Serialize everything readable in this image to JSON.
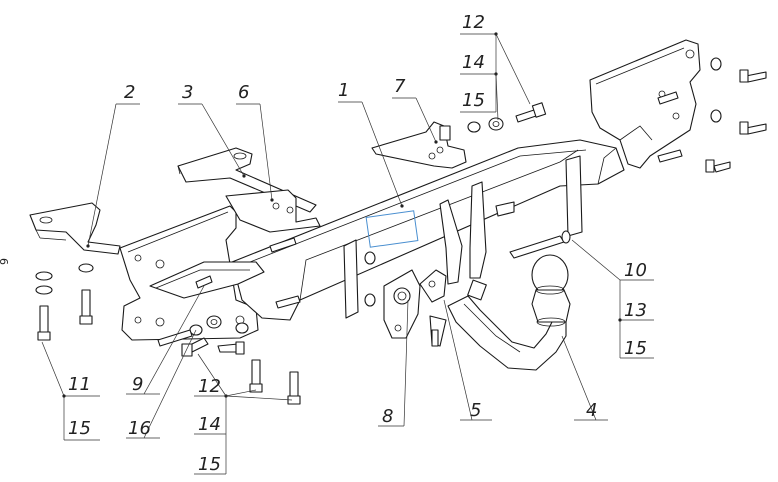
{
  "callouts": {
    "c1": "1",
    "c2": "2",
    "c3": "3",
    "c4": "4",
    "c5": "5",
    "c6": "6",
    "c7": "7",
    "c8": "8",
    "c9": "9",
    "c10": "10",
    "tr12": "12",
    "tr14": "14",
    "tr15": "15",
    "r13": "13",
    "r15": "15",
    "l11": "11",
    "l15": "15",
    "b16": "16",
    "b12": "12",
    "b14": "14",
    "b15": "15"
  },
  "side_mark": "6",
  "colors": {
    "line": "#1a1a1a",
    "plate": "#4a8fd0",
    "background": "#ffffff"
  }
}
